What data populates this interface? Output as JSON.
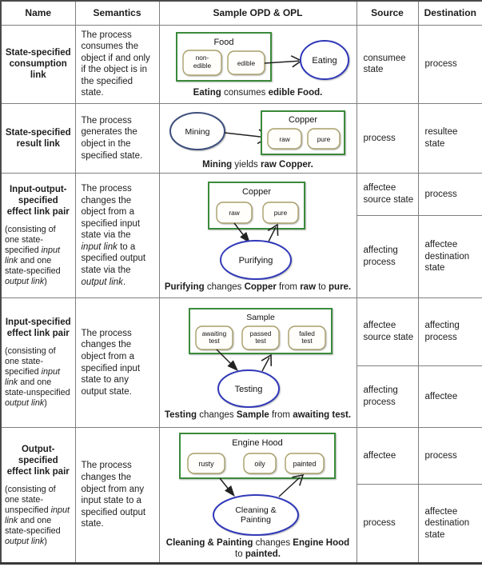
{
  "header": {
    "columns": [
      "Name",
      "Semantics",
      "Sample OPD & OPL",
      "Source",
      "Destination"
    ]
  },
  "colors": {
    "object_border_green": "#3a8a3a",
    "state_border_tan": "#a9a06a",
    "process_border_blue": "#3038b8",
    "process_border_navy": "#3d4f7c",
    "link_black": "#222222",
    "grid_gray": "#7f7f7f",
    "outer_border_dark": "#4a4a4a"
  },
  "rows": [
    {
      "name": "State-specified consumption link",
      "semantics": "The process consumes the object if and only if the object is in the specified state.",
      "caption": [
        "Eating",
        " consumes ",
        "edible Food."
      ],
      "source": "consumee state",
      "destination": "process",
      "diagram": {
        "object": "Food",
        "state1_line1": "non-",
        "state1_line2": "edible",
        "state2": "edible",
        "process": "Eating"
      }
    },
    {
      "name": "State-specified result link",
      "semantics": "The process generates the object in the specified state.",
      "caption": [
        "Mining",
        " yields ",
        "raw Copper."
      ],
      "source": "process",
      "destination": "resultee state",
      "diagram": {
        "process": "Mining",
        "object": "Copper",
        "state1": "raw",
        "state2": "pure"
      }
    },
    {
      "name": "Input-output-specified effect link pair",
      "note": [
        "(consisting of one state-specified ",
        "input link",
        " and one state-specified ",
        "output link",
        ")"
      ],
      "semantics": [
        "The process changes the object from a specified input state via the ",
        "input link",
        " to a specified output state via the ",
        "output link",
        "."
      ],
      "caption": [
        "Purifying",
        " changes ",
        "Copper",
        " from ",
        "raw",
        " to ",
        "pure."
      ],
      "source_top": "affectee source state",
      "destination_top": "process",
      "source_bottom": "affecting process",
      "destination_bottom": "affectee destination state",
      "diagram": {
        "object": "Copper",
        "state1": "raw",
        "state2": "pure",
        "process": "Purifying"
      }
    },
    {
      "name": "Input-specified effect link pair",
      "note": [
        "(consisting of one state-specified ",
        "input link",
        " and one state-unspecified ",
        "output link",
        ")"
      ],
      "semantics": "The process changes the object from a specified input state to any output state.",
      "caption": [
        "Testing",
        " changes ",
        "Sample",
        " from ",
        "awaiting test."
      ],
      "source_top": "affectee source state",
      "destination_top": "affecting process",
      "source_bottom": "affecting process",
      "destination_bottom": "affectee",
      "diagram": {
        "object": "Sample",
        "state1_line1": "awaiting",
        "state1_line2": "test",
        "state2_line1": "passed",
        "state2_line2": "test",
        "state3_line1": "failed",
        "state3_line2": "test",
        "process": "Testing"
      }
    },
    {
      "name": "Output-specified effect link pair",
      "note": [
        "(consisting of one state-unspecified ",
        "input link",
        " and one state-specified ",
        "output link",
        ")"
      ],
      "semantics": "The process changes the object from any input state to a specified output state.",
      "caption": [
        "Cleaning & Painting",
        " changes ",
        "Engine Hood",
        " to ",
        "painted."
      ],
      "source_top": "affectee",
      "destination_top": "process",
      "source_bottom": "process",
      "destination_bottom": "affectee destination state",
      "diagram": {
        "object": "Engine Hood",
        "state1": "rusty",
        "state2": "oily",
        "state3": "painted",
        "process_line1": "Cleaning &",
        "process_line2": "Painting"
      }
    }
  ]
}
